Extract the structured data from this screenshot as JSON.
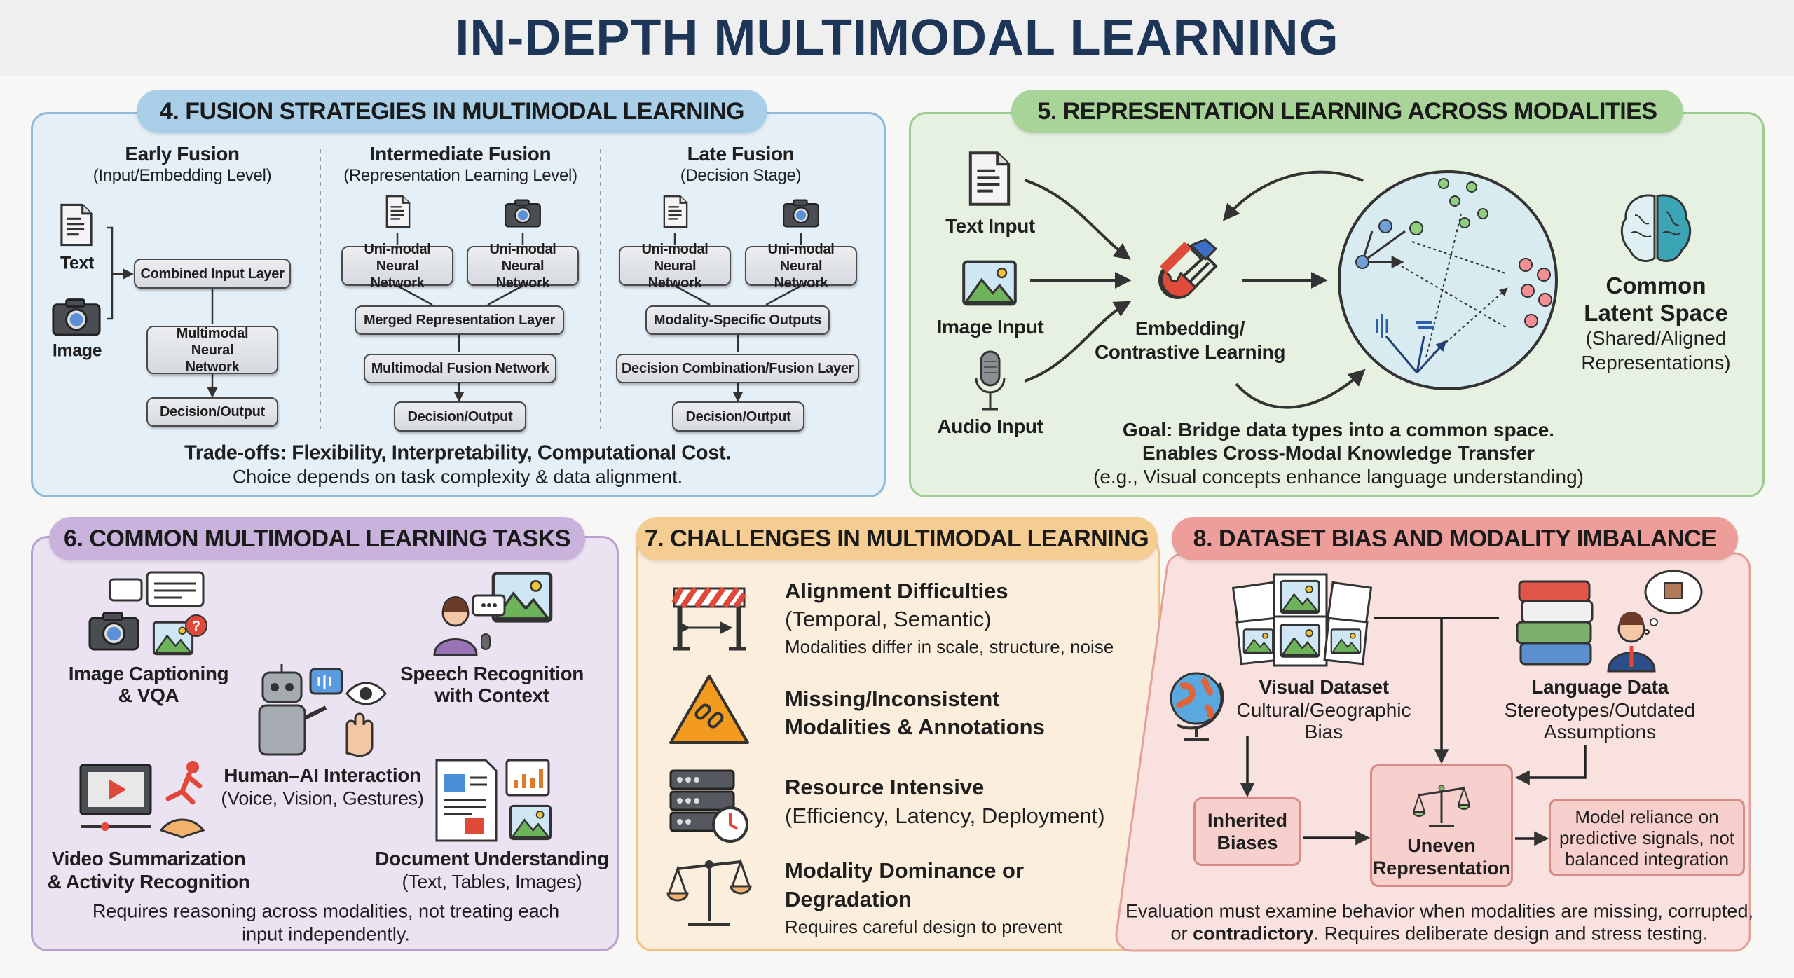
{
  "title": "IN-DEPTH MULTIMODAL LEARNING",
  "fusion": {
    "header": "4. FUSION STRATEGIES IN MULTIMODAL LEARNING",
    "early": {
      "title": "Early Fusion",
      "subtitle": "(Input/Embedding Level)",
      "text_label": "Text",
      "image_label": "Image",
      "combined": "Combined Input Layer",
      "network": "Multimodal Neural Network",
      "decision": "Decision/Output"
    },
    "intermediate": {
      "title": "Intermediate Fusion",
      "subtitle": "(Representation Learning Level)",
      "uni1": "Uni-modal Neural Network",
      "uni2": "Uni-modal Neural Network",
      "merged": "Merged Representation Layer",
      "fusion_net": "Multimodal Fusion Network",
      "decision": "Decision/Output"
    },
    "late": {
      "title": "Late Fusion",
      "subtitle": "(Decision Stage)",
      "uni1": "Uni-modal Neural Network",
      "uni2": "Uni-modal Neural Network",
      "outputs": "Modality-Specific Outputs",
      "combination": "Decision Combination/Fusion Layer",
      "decision": "Decision/Output"
    },
    "tradeoffs": "Trade-offs: Flexibility, Interpretability, Computational Cost.",
    "choice": "Choice depends on task complexity & data alignment."
  },
  "representation": {
    "header": "5. REPRESENTATION LEARNING ACROSS MODALITIES",
    "text_input": "Text Input",
    "image_input": "Image Input",
    "audio_input": "Audio Input",
    "embedding_line1": "Embedding/",
    "embedding_line2": "Contrastive Learning",
    "latent_line1": "Common",
    "latent_line2": "Latent Space",
    "latent_line3": "(Shared/Aligned",
    "latent_line4": "Representations)",
    "goal": "Goal: Bridge data types into a common space.",
    "transfer": "Enables Cross-Modal Knowledge Transfer",
    "example": "(e.g., Visual concepts enhance language understanding)"
  },
  "tasks": {
    "header": "6. COMMON MULTIMODAL LEARNING TASKS",
    "captioning": [
      "Image Captioning",
      "& VQA"
    ],
    "speech": [
      "Speech Recognition",
      "with Context"
    ],
    "hai": [
      "Human–AI Interaction",
      "(Voice, Vision, Gestures)"
    ],
    "video": [
      "Video Summarization",
      "& Activity Recognition"
    ],
    "document": [
      "Document Understanding",
      "(Text, Tables, Images)"
    ],
    "footer": [
      "Requires reasoning across modalities, not treating each",
      "input independently."
    ]
  },
  "challenges": {
    "header": "7. CHALLENGES IN MULTIMODAL LEARNING",
    "items": [
      {
        "title": "Alignment Difficulties",
        "sub": "(Temporal, Semantic)",
        "desc": "Modalities differ in scale, structure, noise"
      },
      {
        "title": "Missing/Inconsistent",
        "sub": "Modalities & Annotations"
      },
      {
        "title": "Resource Intensive",
        "sub": "(Efficiency, Latency, Deployment)"
      },
      {
        "title": "Modality Dominance or",
        "sub": "Degradation",
        "desc": "Requires careful design to prevent"
      }
    ]
  },
  "bias": {
    "header": "8. DATASET BIAS AND MODALITY IMBALANCE",
    "visual": {
      "title": "Visual Dataset",
      "line1": "Cultural/Geographic",
      "line2": "Bias"
    },
    "language": {
      "title": "Language Data",
      "line1": "Stereotypes/Outdated",
      "line2": "Assumptions"
    },
    "inherited": [
      "Inherited",
      "Biases"
    ],
    "uneven": [
      "Uneven",
      "Representation"
    ],
    "reliance": [
      "Model reliance on",
      "predictive signals, not",
      "balanced integration"
    ],
    "footer1": "Evaluation must examine behavior when modalities are missing, corrupted,",
    "footer2_pre": "or ",
    "footer2_bold": "contradictory",
    "footer2_post": ". Requires deliberate design and stress testing."
  },
  "colors": {
    "title": "#1d3557",
    "blue": "#a9cfe8",
    "green": "#a8d49a",
    "purple": "#c9b2dc",
    "orange": "#f5cd92",
    "red": "#ee9e9a"
  }
}
